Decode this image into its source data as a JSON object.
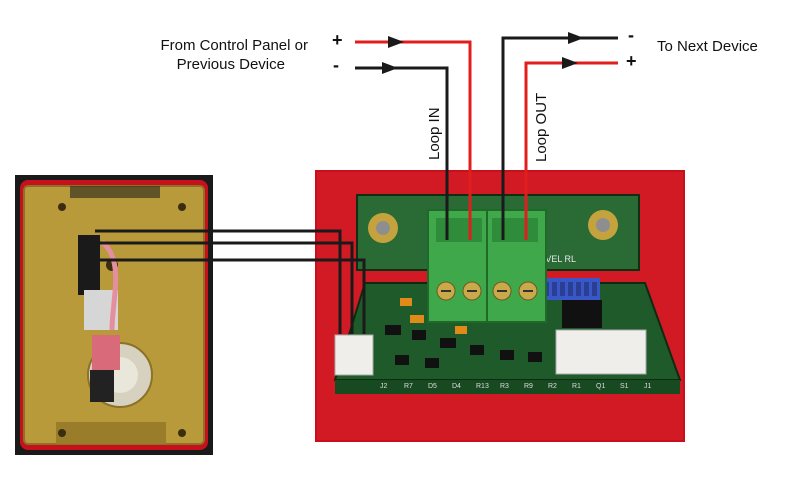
{
  "labels": {
    "source_line1": "From Control Panel or",
    "source_line2": "Previous Device",
    "dest": "To Next Device",
    "loop_in": "Loop IN",
    "loop_out": "Loop OUT",
    "plus": "+",
    "minus": "-"
  },
  "board": {
    "header_text": "AVEL RL",
    "components": [
      "J2",
      "R7",
      "D5",
      "D4",
      "R13",
      "R3",
      "R9",
      "R2",
      "R1",
      "Q1",
      "S1",
      "J1"
    ]
  },
  "colors": {
    "wire_red": "#e11d1d",
    "wire_black": "#1a1a1a",
    "enclosure_red": "#c8101c",
    "pcb": "#1f5a2a",
    "terminal_green": "#3fa84a",
    "plate_gold": "#b99a3a"
  }
}
